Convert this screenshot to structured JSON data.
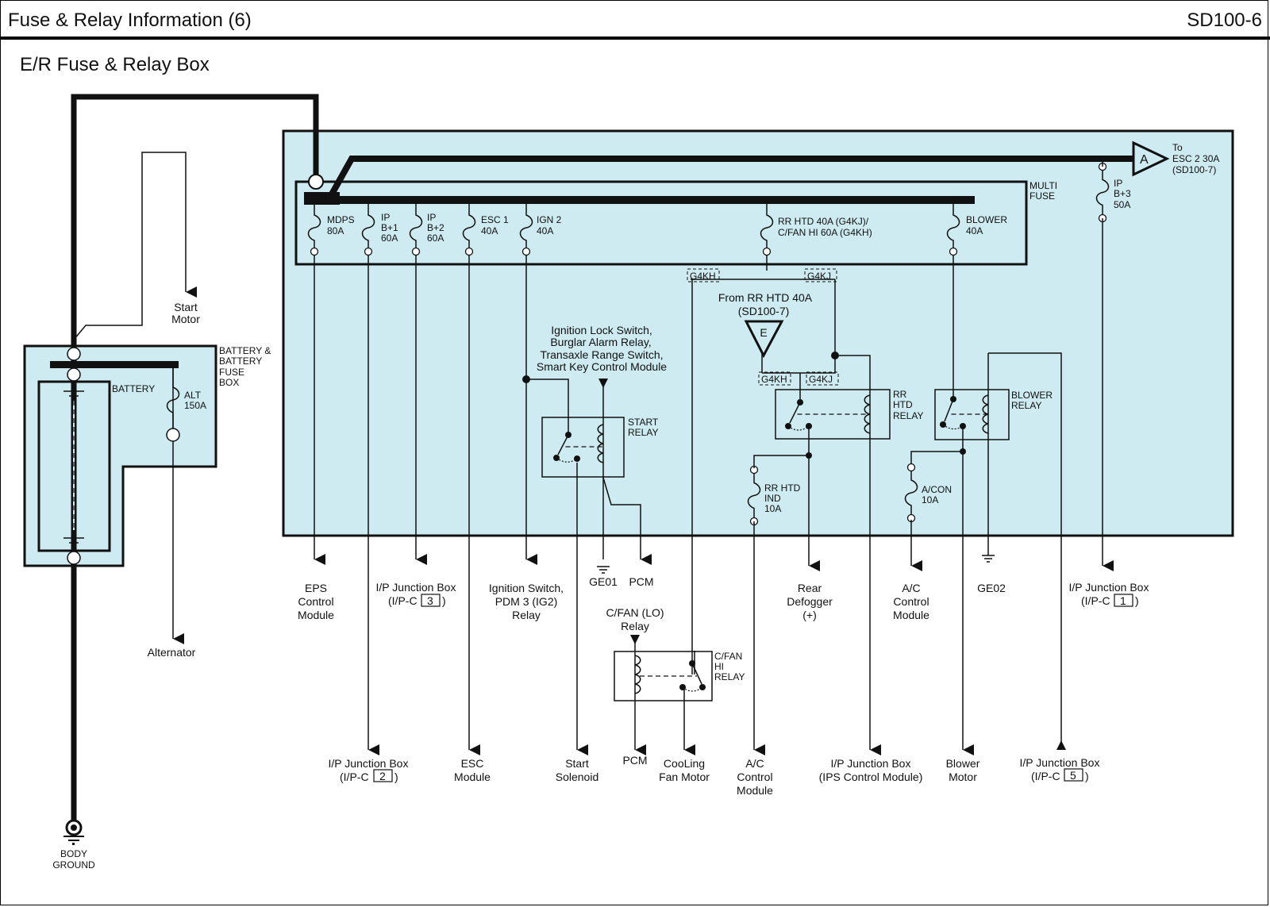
{
  "header": {
    "title": "Fuse & Relay Information (6)",
    "code": "SD100-6"
  },
  "section_title": "E/R Fuse & Relay Box",
  "colors": {
    "box_fill": "#cdebf1",
    "line": "#111111"
  },
  "battery_box": {
    "label_lines": [
      "BATTERY &",
      "BATTERY",
      "FUSE",
      "BOX"
    ],
    "battery_label": "BATTERY",
    "alt_fuse": [
      "ALT",
      "150A"
    ]
  },
  "start_motor": [
    "Start",
    "Motor"
  ],
  "alternator": "Alternator",
  "body_ground": [
    "BODY",
    "GROUND"
  ],
  "multi_fuse_label": [
    "MULTI",
    "FUSE"
  ],
  "fuses": [
    {
      "lines": [
        "MDPS",
        "80A"
      ]
    },
    {
      "lines": [
        "IP",
        "B+1",
        "60A"
      ]
    },
    {
      "lines": [
        "IP",
        "B+2",
        "60A"
      ]
    },
    {
      "lines": [
        "ESC 1",
        "40A"
      ]
    },
    {
      "lines": [
        "IGN 2",
        "40A"
      ]
    },
    {
      "lines": [
        "RR HTD 40A (G4KJ)/",
        "C/FAN HI 60A (G4KH)"
      ]
    },
    {
      "lines": [
        "BLOWER",
        "40A"
      ]
    }
  ],
  "ip_b3_fuse": [
    "IP",
    "B+3",
    "50A"
  ],
  "connector_a": {
    "letter": "A",
    "lines": [
      "To",
      "ESC 2 30A",
      "(SD100-7)"
    ]
  },
  "connector_e": {
    "letter": "E",
    "lines": [
      "From RR HTD 40A",
      "(SD100-7)"
    ]
  },
  "variant_tags": {
    "g4kh": "G4KH",
    "g4kj": "G4KJ"
  },
  "ignition_note": [
    "Ignition Lock Switch,",
    "Burglar Alarm Relay,",
    "Transaxle Range Switch,",
    "Smart Key Control Module"
  ],
  "relays": {
    "start": [
      "START",
      "RELAY"
    ],
    "rr_htd": [
      "RR",
      "HTD",
      "RELAY"
    ],
    "blower": [
      "BLOWER",
      "RELAY"
    ],
    "cfan_hi": [
      "C/FAN",
      "HI",
      "RELAY"
    ]
  },
  "small_fuses": {
    "rr_htd_ind": [
      "RR HTD",
      "IND",
      "10A"
    ],
    "a_con": [
      "A/CON",
      "10A"
    ]
  },
  "outputs_mid": {
    "eps": [
      "EPS",
      "Control",
      "Module"
    ],
    "ipjb3": {
      "line1": "I/P Junction Box",
      "prefix": "(I/P-C",
      "num": "3",
      "suffix": ")"
    },
    "ign_switch": [
      "Ignition Switch,",
      "PDM 3 (IG2)",
      "Relay"
    ],
    "ge01": "GE01",
    "pcm1": "PCM",
    "cfan_lo": [
      "C/FAN (LO)",
      "Relay"
    ],
    "rear_defogger": [
      "Rear",
      "Defogger",
      "(+)"
    ],
    "ac_module1": [
      "A/C",
      "Control",
      "Module"
    ],
    "ge02": "GE02",
    "ipjb1": {
      "line1": "I/P Junction Box",
      "prefix": "(I/P-C",
      "num": "1",
      "suffix": ")"
    }
  },
  "outputs_bottom": {
    "ipjb2": {
      "line1": "I/P Junction Box",
      "prefix": "(I/P-C",
      "num": "2",
      "suffix": ")"
    },
    "esc": [
      "ESC",
      "Module"
    ],
    "start_solenoid": [
      "Start",
      "Solenoid"
    ],
    "pcm2": "PCM",
    "cooling_fan": [
      "CooLing",
      "Fan Motor"
    ],
    "ac_module2": [
      "A/C",
      "Control",
      "Module"
    ],
    "ipjb_ips": [
      "I/P Junction Box",
      "(IPS Control Module)"
    ],
    "blower_motor": [
      "Blower",
      "Motor"
    ],
    "ipjb5": {
      "line1": "I/P Junction Box",
      "prefix": "(I/P-C",
      "num": "5",
      "suffix": ")"
    }
  }
}
